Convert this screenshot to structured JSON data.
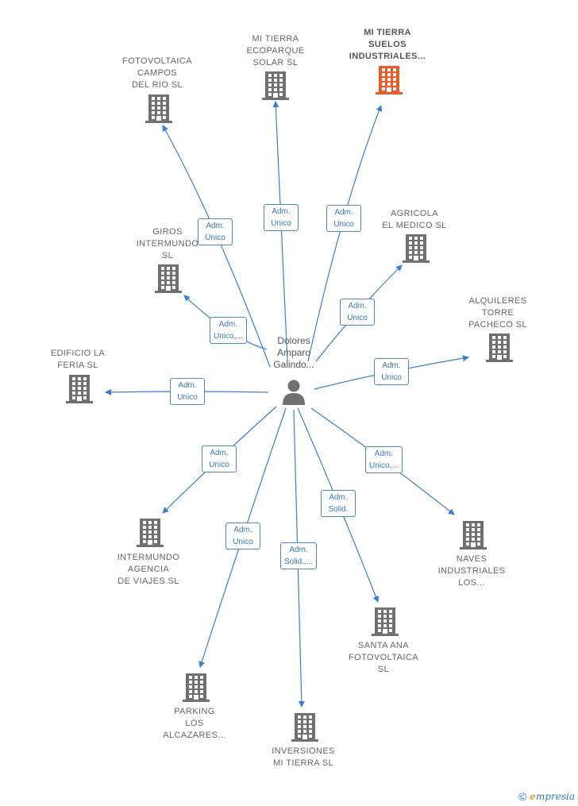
{
  "center": {
    "name_lines": [
      "Dolores",
      "Amparo",
      "Galindo..."
    ],
    "icon": "person-icon"
  },
  "colors": {
    "edge": "#3a7fd0",
    "building": "#707070",
    "building_highlight": "#f05a28",
    "text": "#666666"
  },
  "companies": [
    {
      "id": "fotovoltaica-campos",
      "lines": [
        "FOTOVOLTAICA",
        "CAMPOS",
        "DEL RIO  SL"
      ],
      "highlight": false,
      "role": [
        "Adm.",
        "Unico"
      ]
    },
    {
      "id": "mi-tierra-ecoparque",
      "lines": [
        "MI TIERRA",
        "ECOPARQUE",
        "SOLAR SL"
      ],
      "highlight": false,
      "role": [
        "Adm.",
        "Unico"
      ]
    },
    {
      "id": "mi-tierra-suelos",
      "lines": [
        "MI TIERRA",
        "SUELOS",
        "INDUSTRIALES..."
      ],
      "highlight": true,
      "role": [
        "Adm.",
        "Unico"
      ]
    },
    {
      "id": "agricola-el-medico",
      "lines": [
        "AGRICOLA",
        "EL MEDICO  SL"
      ],
      "highlight": false,
      "role": [
        "Adm.",
        "Unico"
      ]
    },
    {
      "id": "giros-intermundo",
      "lines": [
        "GIROS",
        "INTERMUNDO",
        "SL"
      ],
      "highlight": false,
      "role": [
        "Adm.",
        "Unico,..."
      ]
    },
    {
      "id": "alquileres-torre",
      "lines": [
        "ALQUILERES",
        "TORRE",
        "PACHECO  SL"
      ],
      "highlight": false,
      "role": [
        "Adm.",
        "Unico"
      ]
    },
    {
      "id": "edificio-la-feria",
      "lines": [
        "EDIFICIO LA",
        "FERIA  SL"
      ],
      "highlight": false,
      "role": [
        "Adm.",
        "Unico"
      ]
    },
    {
      "id": "intermundo-agencia",
      "lines": [
        "INTERMUNDO",
        "AGENCIA",
        "DE VIAJES SL"
      ],
      "highlight": false,
      "role": [
        "Adm.",
        "Unico"
      ]
    },
    {
      "id": "naves-industriales",
      "lines": [
        "NAVES",
        "INDUSTRIALES",
        "LOS..."
      ],
      "highlight": false,
      "role": [
        "Adm.",
        "Unico,..."
      ]
    },
    {
      "id": "santa-ana",
      "lines": [
        "SANTA ANA",
        "FOTOVOLTAICA",
        "SL"
      ],
      "highlight": false,
      "role": [
        "Adm.",
        "Solid."
      ]
    },
    {
      "id": "parking-los-alcazares",
      "lines": [
        "PARKING",
        "LOS",
        "ALCAZARES..."
      ],
      "highlight": false,
      "role": [
        "Adm.",
        "Unico"
      ]
    },
    {
      "id": "inversiones-mi-tierra",
      "lines": [
        "INVERSIONES",
        "MI TIERRA  SL"
      ],
      "highlight": false,
      "role": [
        "Adm.",
        "Solid.,..."
      ]
    }
  ],
  "footer": {
    "copyright_symbol": "©",
    "brand_initial": "e",
    "brand_rest": "mpresia"
  }
}
